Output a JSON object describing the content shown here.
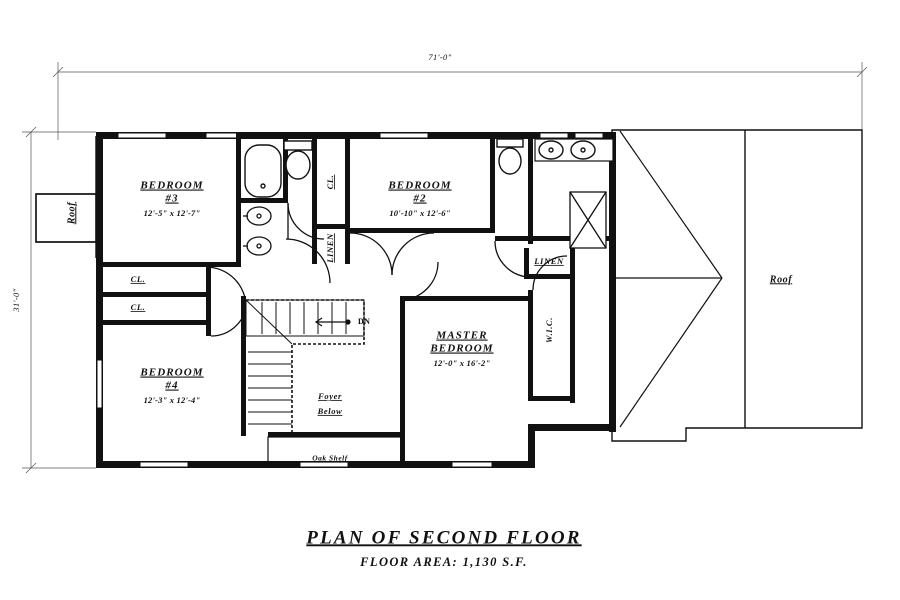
{
  "drawing": {
    "title": "PLAN OF SECOND FLOOR",
    "subtitle": "FLOOR AREA:  1,130 S.F.",
    "ink": "#111111",
    "paper": "#ffffff"
  },
  "dimensions": {
    "overall_width": "71'-0\"",
    "overall_depth": "31'-0\""
  },
  "rooms": [
    {
      "id": "bedroom3",
      "name": "BEDROOM",
      "number": "#3",
      "size": "12'-5\" x 12'-7\""
    },
    {
      "id": "bedroom2",
      "name": "BEDROOM",
      "number": "#2",
      "size": "10'-10\" x 12'-6\""
    },
    {
      "id": "bedroom4",
      "name": "BEDROOM",
      "number": "#4",
      "size": "12'-3\" x 12'-4\""
    },
    {
      "id": "master",
      "name_line1": "MASTER",
      "name_line2": "BEDROOM",
      "size": "12'-0\" x 16'-2\""
    }
  ],
  "labels": {
    "closet_top": "CL.",
    "closet_bottom": "CL.",
    "closet_hall": "CL.",
    "linen_hall": "LINEN",
    "linen_master": "LINEN",
    "wic": "W.I.C.",
    "foyer_line1": "Foyer",
    "foyer_line2": "Below",
    "oak_shelf": "Oak Shelf",
    "stair_direction": "DN",
    "roof_left": "Roof",
    "roof_right": "Roof"
  }
}
